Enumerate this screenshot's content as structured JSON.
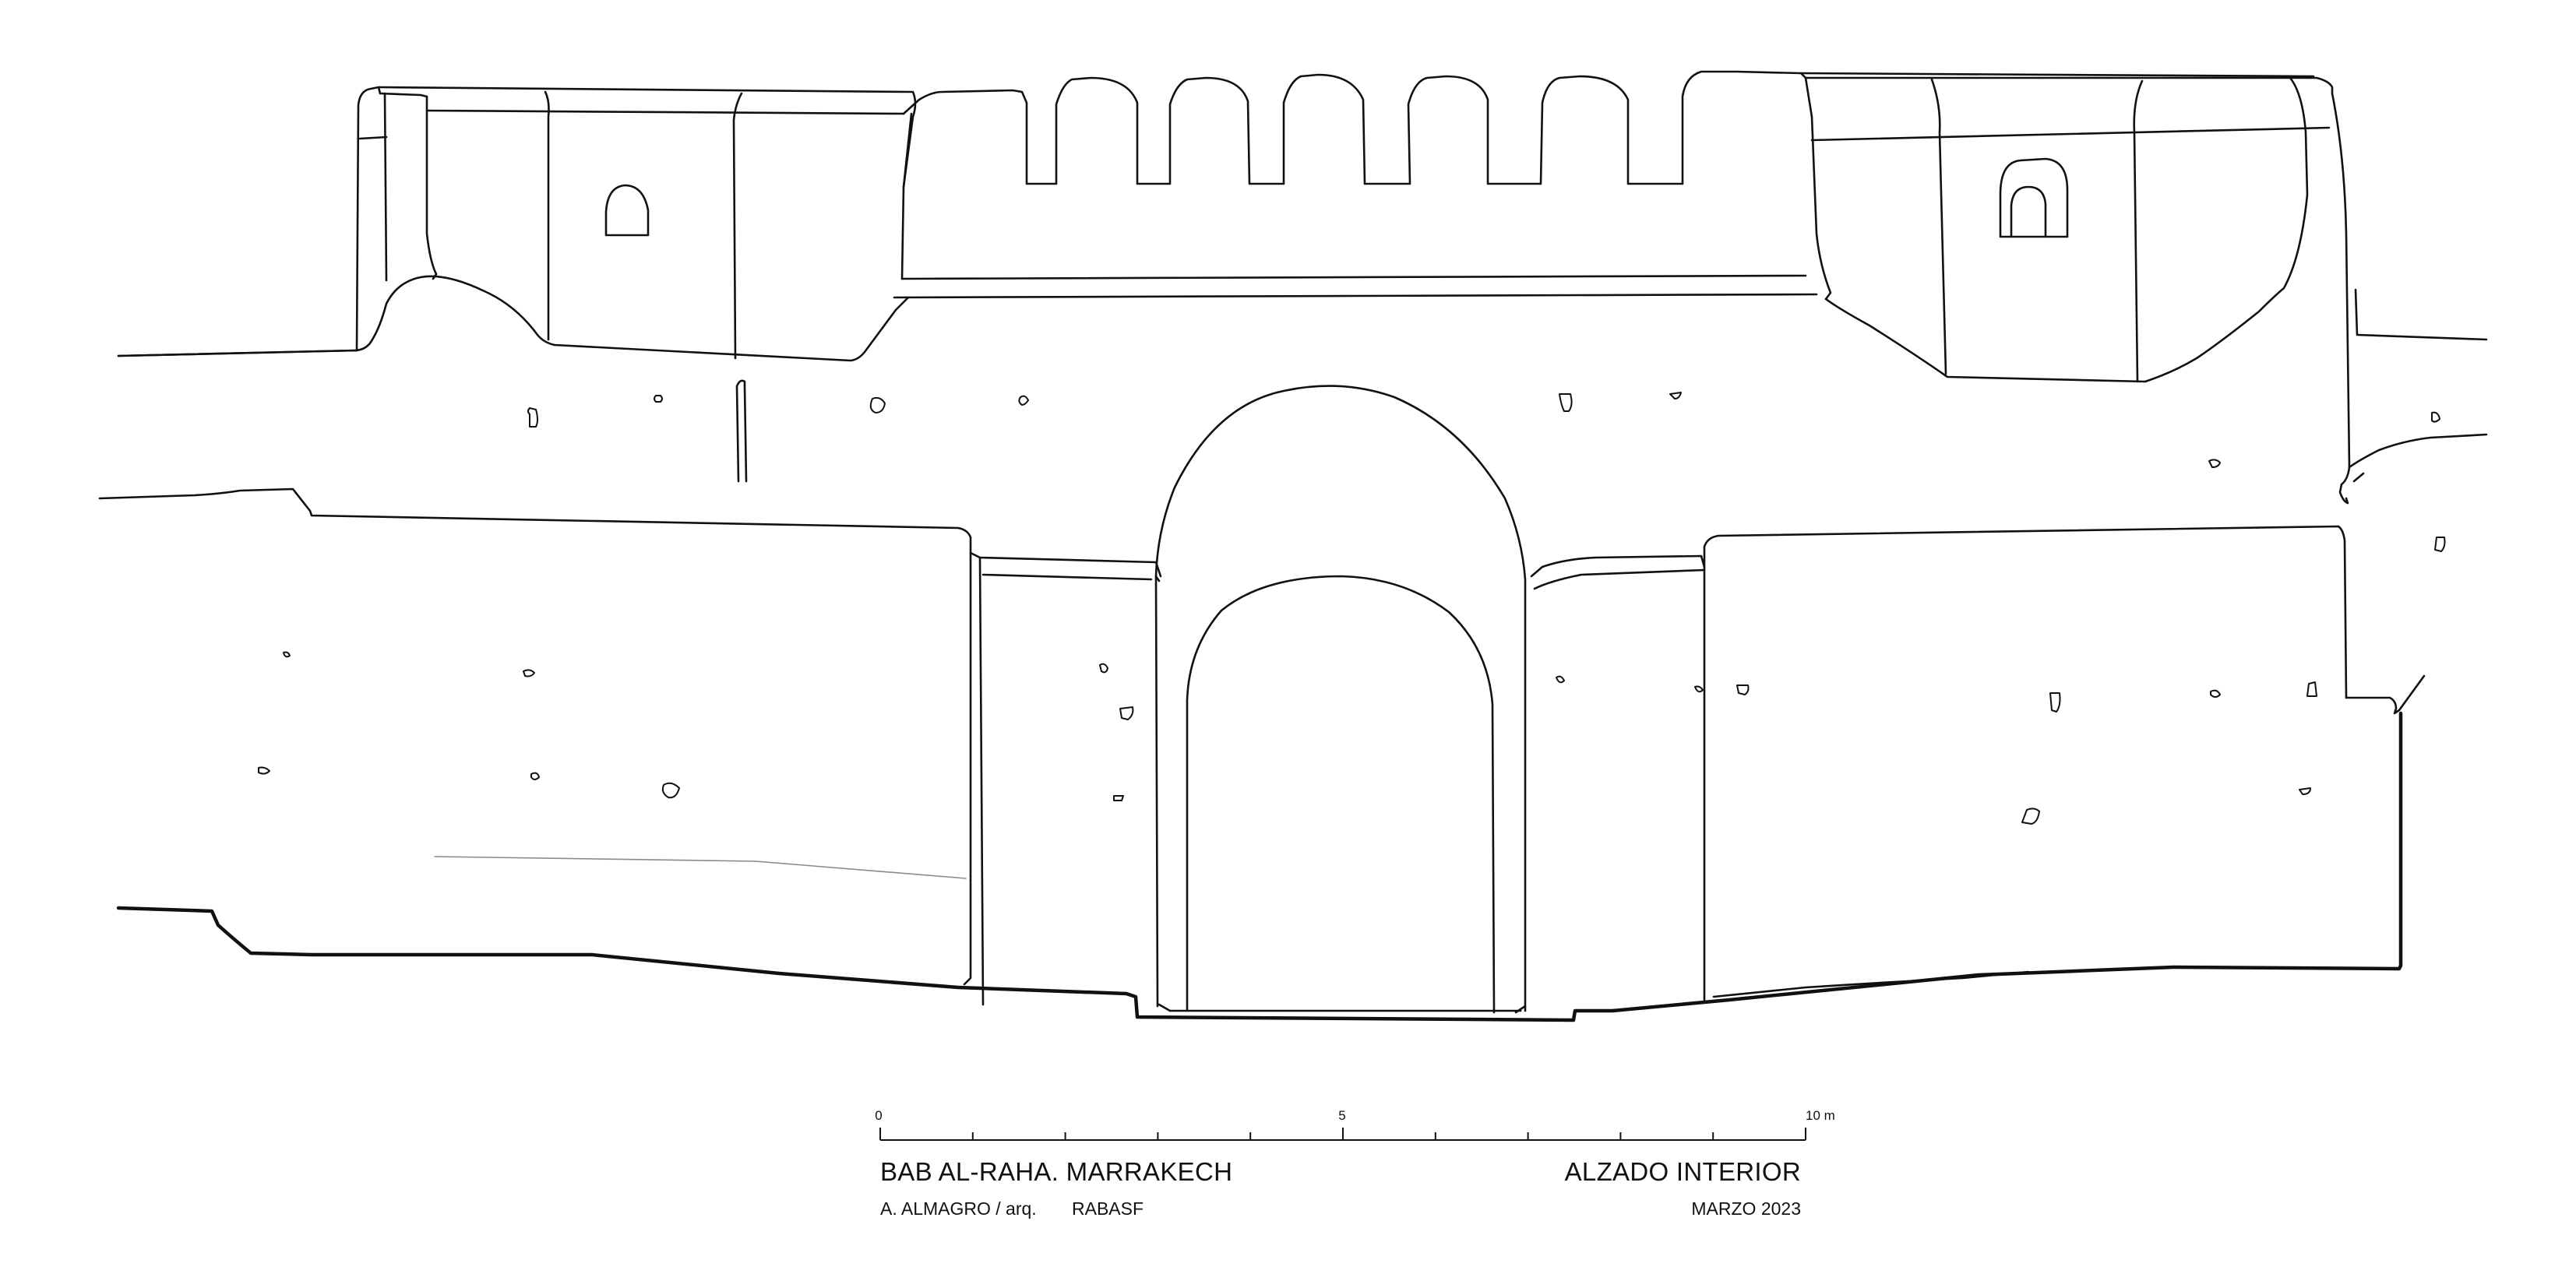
{
  "drawing": {
    "title": "BAB AL-RAHA. MARRAKECH",
    "view": "ALZADO INTERIOR",
    "author": "A. ALMAGRO / arq.",
    "institution": "RABASF",
    "date": "MARZO 2023"
  },
  "scale_bar": {
    "tick_labels": [
      "0",
      "5",
      "10 m"
    ],
    "length_m": 10,
    "minor_divisions": 10
  },
  "colors": {
    "line": "#111111",
    "guide": "#8a8a8a",
    "background": "#ffffff"
  }
}
